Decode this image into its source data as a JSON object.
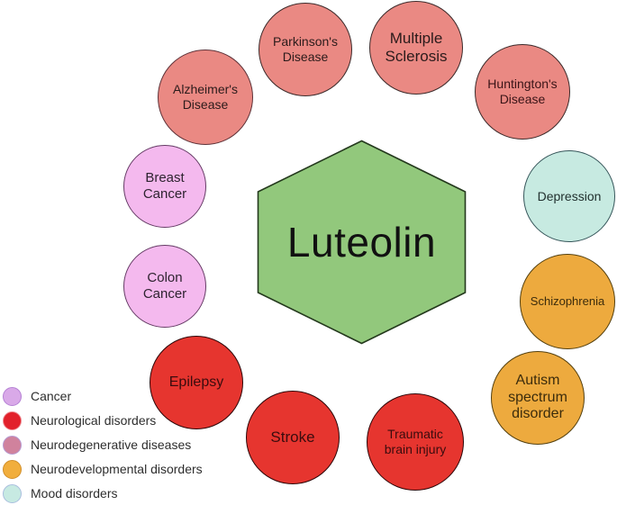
{
  "hexagon": {
    "label": "Luteolin",
    "fill": "#92c87c",
    "stroke": "#24391d"
  },
  "nodes": [
    {
      "id": "alzheimers-disease",
      "label": "Alzheimer's Disease",
      "category": "Neurodegenerative diseases",
      "fill": "#ea8983",
      "border": "#5e3238",
      "text": "#2b1b1b"
    },
    {
      "id": "parkinsons-disease",
      "label": "Parkinson's Disease",
      "category": "Neurodegenerative diseases",
      "fill": "#ea8983",
      "border": "#3c2a2a",
      "text": "#2b1b1b"
    },
    {
      "id": "multiple-sclerosis",
      "label": "Multiple Sclerosis",
      "category": "Neurodegenerative diseases",
      "fill": "#ea8983",
      "border": "#3c2a2a",
      "text": "#2b1b1b"
    },
    {
      "id": "huntingtons-disease",
      "label": "Huntington's Disease",
      "category": "Neurodegenerative diseases",
      "fill": "#ea8983",
      "border": "#3c2a2a",
      "text": "#3a1417"
    },
    {
      "id": "depression",
      "label": "Depression",
      "category": "Mood disorders",
      "fill": "#c7eae1",
      "border": "#36565a",
      "text": "#21302e"
    },
    {
      "id": "schizophrenia",
      "label": "Schizophrenia",
      "category": "Neurodevelopmental disorders",
      "fill": "#edaa3e",
      "border": "#54400f",
      "text": "#3c2c0c"
    },
    {
      "id": "autism-spectrum-disorder",
      "label": "Autism spectrum disorder",
      "category": "Neurodevelopmental disorders",
      "fill": "#edaa3e",
      "border": "#54400f",
      "text": "#3c2c0c"
    },
    {
      "id": "traumatic-brain-injury",
      "label": "Traumatic brain injury",
      "category": "Neurological disorders",
      "fill": "#e6352f",
      "border": "#2c0608",
      "text": "#3a0c0e"
    },
    {
      "id": "stroke",
      "label": "Stroke",
      "category": "Neurological disorders",
      "fill": "#e6352f",
      "border": "#2c0608",
      "text": "#3a0c0e"
    },
    {
      "id": "epilepsy",
      "label": "Epilepsy",
      "category": "Neurological disorders",
      "fill": "#e6352f",
      "border": "#2c0608",
      "text": "#3a0c0e"
    },
    {
      "id": "colon-cancer",
      "label": "Colon Cancer",
      "category": "Cancer",
      "fill": "#f4b9ee",
      "border": "#643a64",
      "text": "#2e2330"
    },
    {
      "id": "breast-cancer",
      "label": "Breast Cancer",
      "category": "Cancer",
      "fill": "#f4b9ee",
      "border": "#643a64",
      "text": "#2e2330"
    }
  ],
  "legend": {
    "items": [
      {
        "label": "Cancer",
        "color": "#d9a9e8",
        "border_color": "#b581d4"
      },
      {
        "label": "Neurological disorders",
        "color": "#e2212b",
        "border_color": "#ee8c93"
      },
      {
        "label": "Neurodegenerative diseases",
        "color": "#d0829d",
        "border_color": "#b79bd2"
      },
      {
        "label": "Neurodevelopmental disorders",
        "color": "#f1ae3d",
        "border_color": "#d28f2a"
      },
      {
        "label": "Mood disorders",
        "color": "#c7eae2",
        "border_color": "#a9bede"
      }
    ]
  }
}
